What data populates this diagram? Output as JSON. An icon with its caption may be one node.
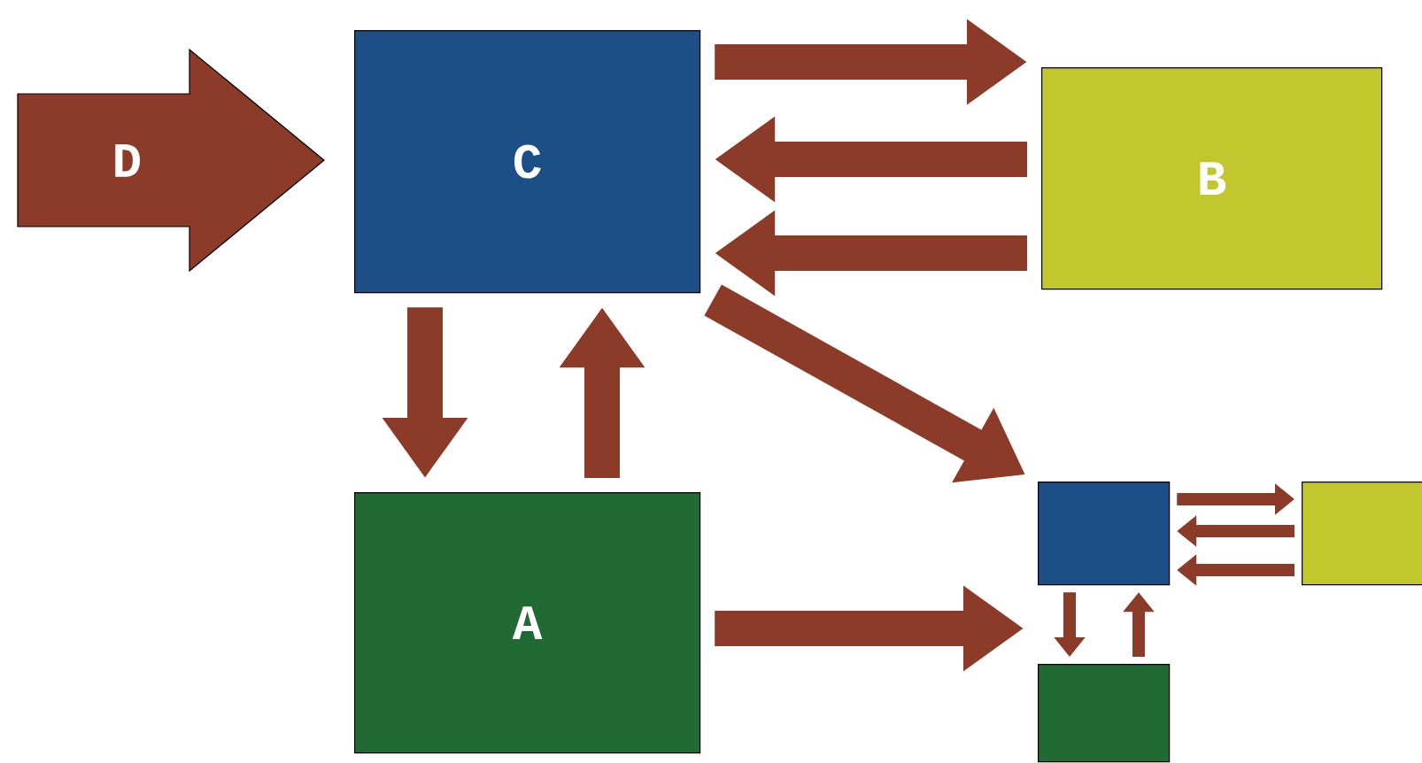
{
  "diagram": {
    "nodes": [
      {
        "text": [
          "D"
        ]
      },
      {
        "text": [
          "C"
        ]
      },
      {
        "text": [
          "B"
        ]
      },
      {
        "text": [
          "A"
        ]
      },
      {
        "text": [],
        "shape": "box"
      },
      {
        "text": [],
        "shape": "box"
      },
      {
        "text": [],
        "shape": "box"
      }
    ],
    "edges": [
      {
        "from": 1,
        "to": 2,
        "arrow": "to"
      },
      {
        "from": 2,
        "to": 1,
        "arrow": "to"
      },
      {
        "from": 2,
        "to": 1,
        "arrow": "to"
      },
      {
        "from": 1,
        "to": 4,
        "arrow": "to"
      },
      {
        "from": 1,
        "to": 3,
        "arrow": "to"
      },
      {
        "from": 3,
        "to": 1,
        "arrow": "to"
      },
      {
        "from": 3,
        "to": 4,
        "arrow": "to"
      },
      {
        "from": 4,
        "to": 5,
        "arrow": "to"
      },
      {
        "from": 5,
        "to": 4,
        "arrow": "to"
      },
      {
        "from": 5,
        "to": 4,
        "arrow": "to"
      },
      {
        "from": 4,
        "to": 6,
        "arrow": "to"
      },
      {
        "from": 6,
        "to": 4,
        "arrow": "to"
      }
    ]
  }
}
